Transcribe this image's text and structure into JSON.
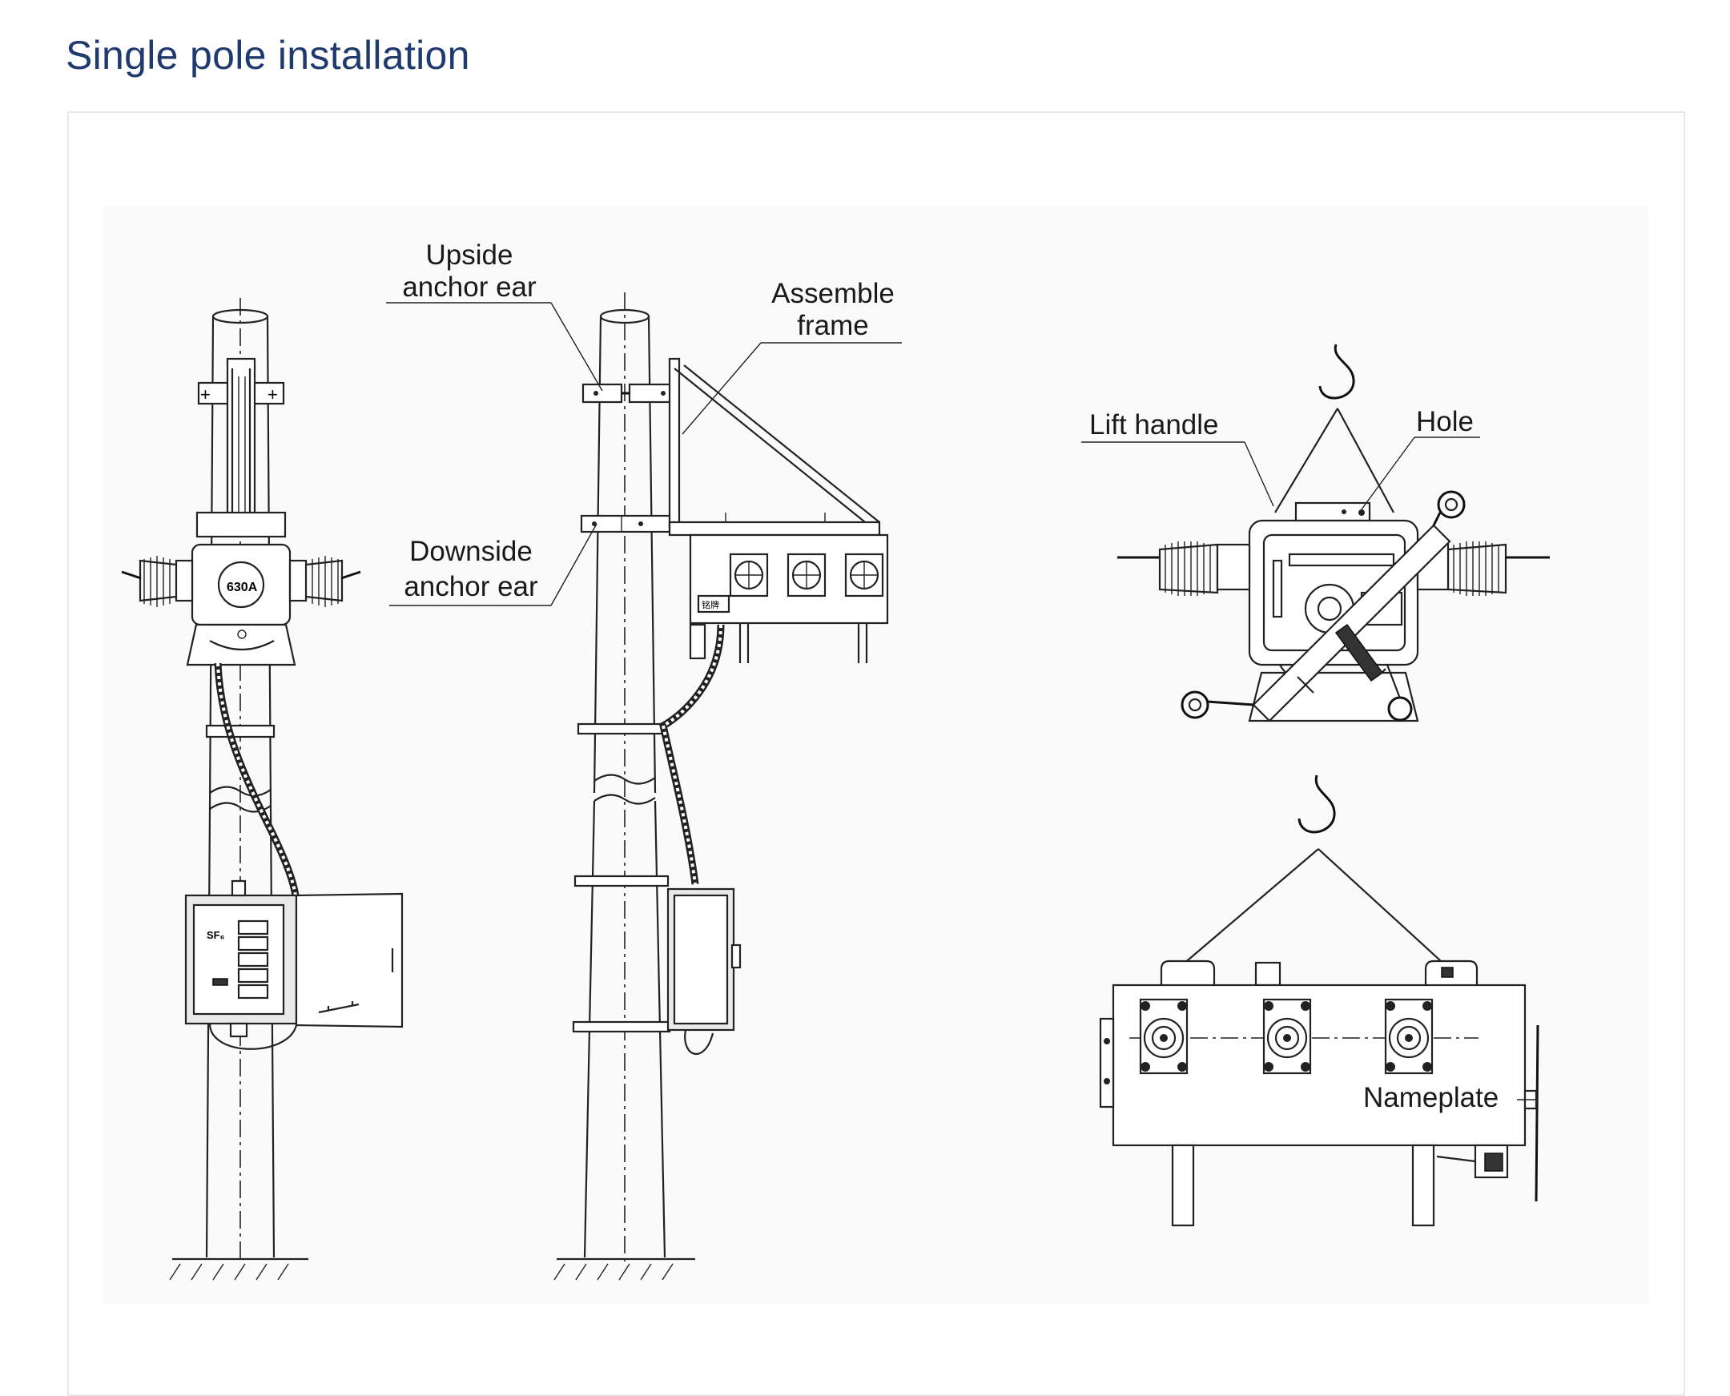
{
  "page": {
    "title": "Single pole installation"
  },
  "labels": {
    "upside_anchor_ear": [
      "Upside",
      "anchor ear"
    ],
    "assemble_frame": [
      "Assemble",
      "frame"
    ],
    "downside_anchor_ear": [
      "Downside",
      "anchor ear"
    ],
    "lift_handle": "Lift handle",
    "hole": "Hole",
    "nameplate": "Nameplate",
    "rating": "630A",
    "box_mark": "SF₆",
    "frame_tag": "铭牌"
  },
  "colors": {
    "title": "#1f3a6e",
    "line": "#222222",
    "frame_border": "#e6e8ec"
  }
}
